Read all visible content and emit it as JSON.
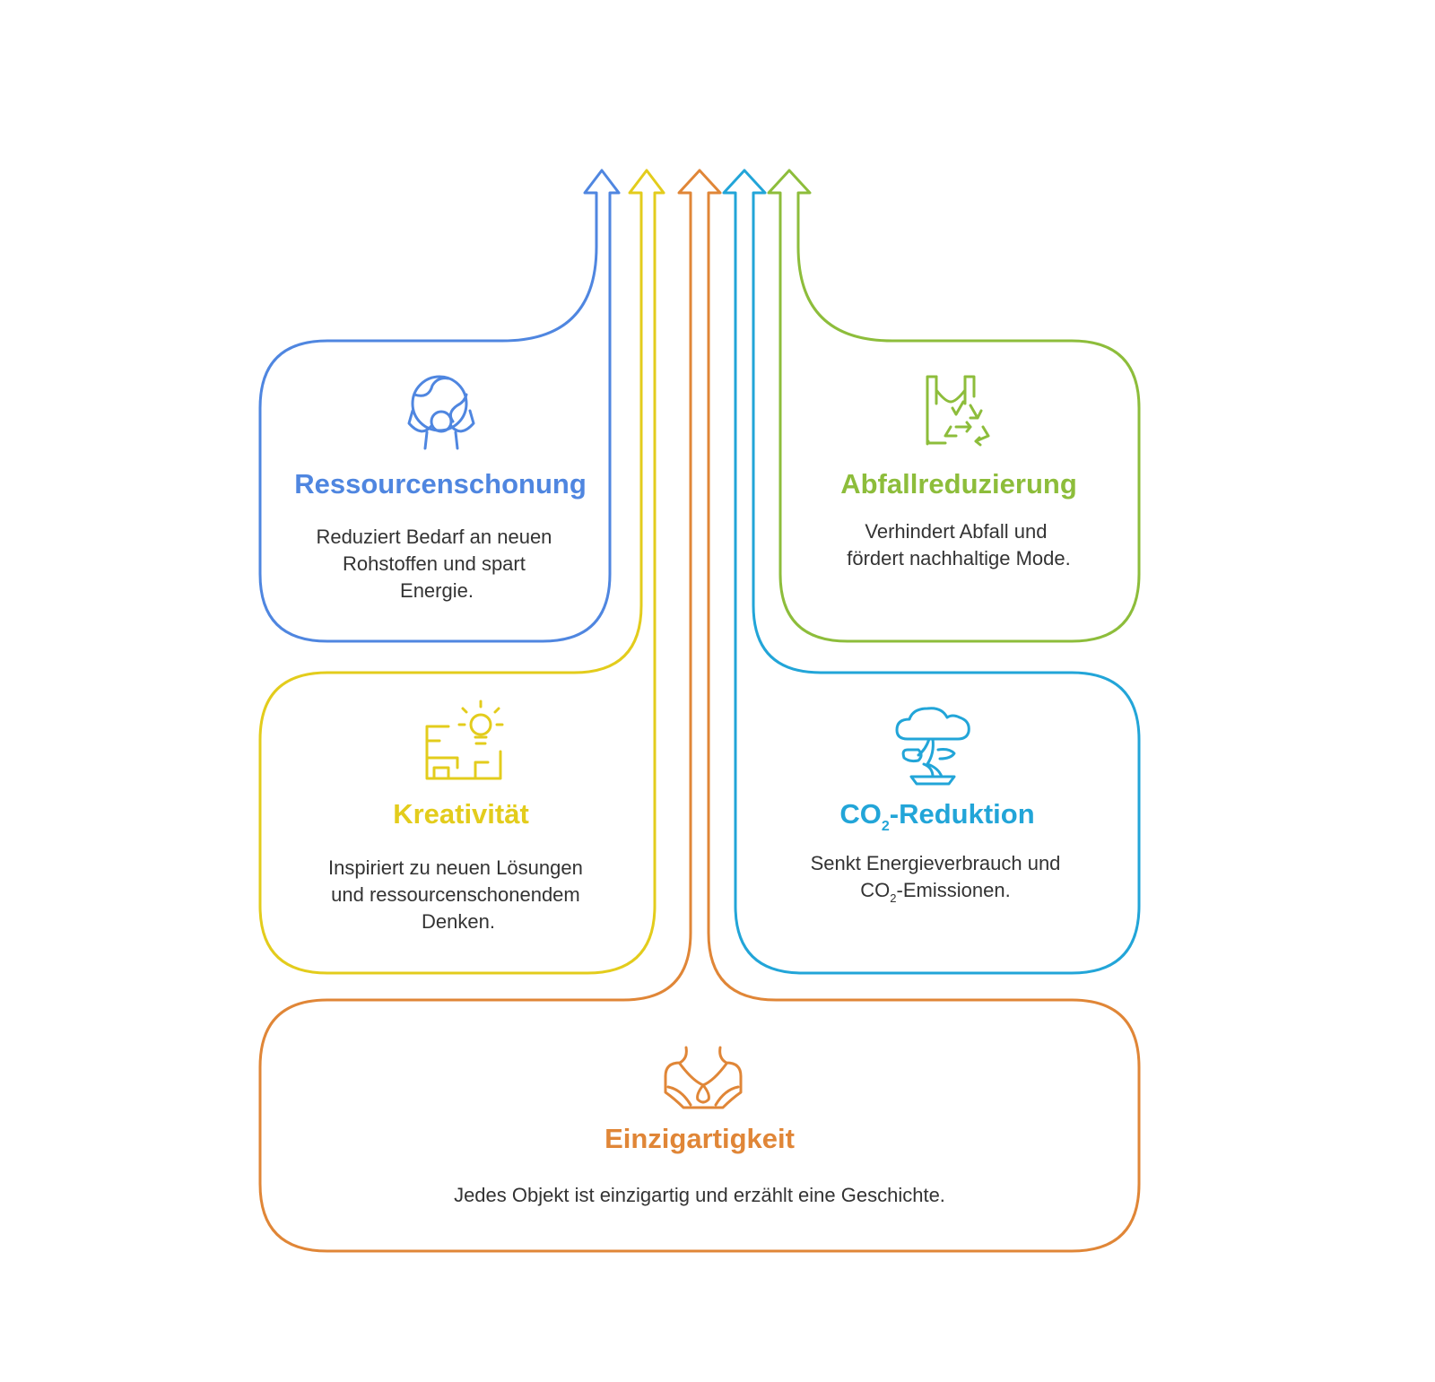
{
  "colors": {
    "blue": "#4f86e0",
    "yellow": "#e3cc1c",
    "orange": "#e08637",
    "cyan": "#22a5d8",
    "green": "#8dbd3b",
    "text": "#333333"
  },
  "cards": {
    "ressourcen": {
      "title": "Ressourcenschonung",
      "lines": [
        "Reduziert Bedarf an neuen",
        "Rohstoffen und spart",
        "Energie."
      ],
      "icon": "earth-hands-icon"
    },
    "abfall": {
      "title": "Abfallreduzierung",
      "lines": [
        "Verhindert Abfall und",
        "fördert nachhaltige Mode."
      ],
      "icon": "recycle-bag-icon"
    },
    "kreativ": {
      "title": "Kreativität",
      "lines": [
        "Inspiriert zu neuen Lösungen",
        "und ressourcenschonendem",
        "Denken."
      ],
      "icon": "lightbulb-blueprint-icon"
    },
    "co2": {
      "title_pre": "CO",
      "title_sub": "2",
      "title_post": "-Reduktion",
      "line1": "Senkt Energieverbrauch und",
      "line2_pre": "CO",
      "line2_sub": "2",
      "line2_post": "-Emissionen.",
      "icon": "bonsai-cloud-icon"
    },
    "einzig": {
      "title": "Einzigartigkeit",
      "lines": [
        "Jedes Objekt ist einzigartig und erzählt eine Geschichte."
      ],
      "icon": "necklace-bust-icon"
    }
  }
}
